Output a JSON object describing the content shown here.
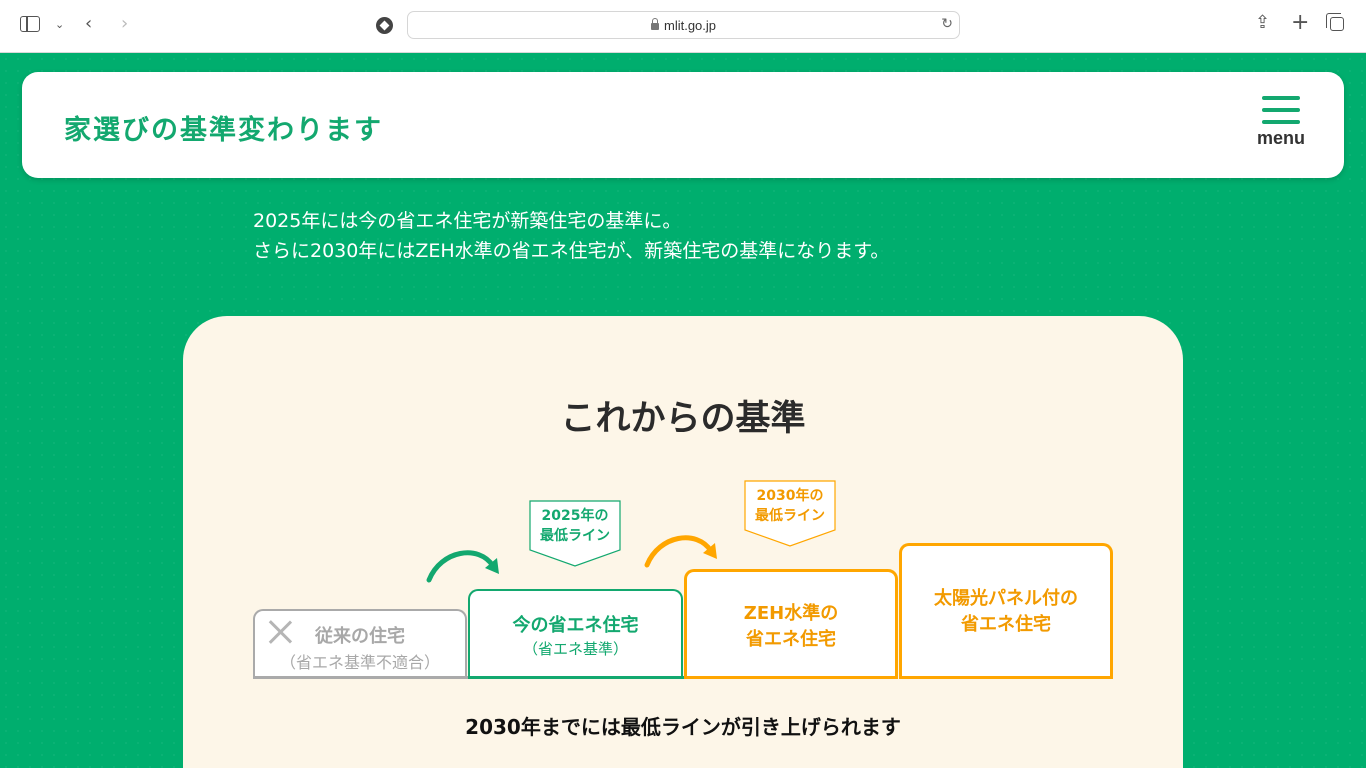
{
  "browser": {
    "url": "mlit.go.jp"
  },
  "header": {
    "site_title": "家選びの基準変わります",
    "menu_label": "menu"
  },
  "intro": {
    "line1": "2025年には今の省エネ住宅が新築住宅の基準に。",
    "line2": "さらに2030年にはZEH水準の省エネ住宅が、新築住宅の基準になります。"
  },
  "standards": {
    "title": "これからの基準",
    "steps": [
      {
        "line1": "従来の住宅",
        "line2": "（省エネ基準不適合）"
      },
      {
        "line1": "今の省エネ住宅",
        "line2": "（省エネ基準）"
      },
      {
        "line1": "ZEH水準の",
        "line2": "省エネ住宅"
      },
      {
        "line1": "太陽光パネル付の",
        "line2": "省エネ住宅"
      }
    ],
    "tags": [
      {
        "line1": "2025年の",
        "line2": "最低ライン"
      },
      {
        "line1": "2030年の",
        "line2": "最低ライン"
      }
    ],
    "caption": "2030年までには最低ラインが引き上げられます"
  },
  "colors": {
    "brand_green": "#00ae6e",
    "accent_orange": "#ffa600",
    "card_cream": "#fdf6e8"
  }
}
